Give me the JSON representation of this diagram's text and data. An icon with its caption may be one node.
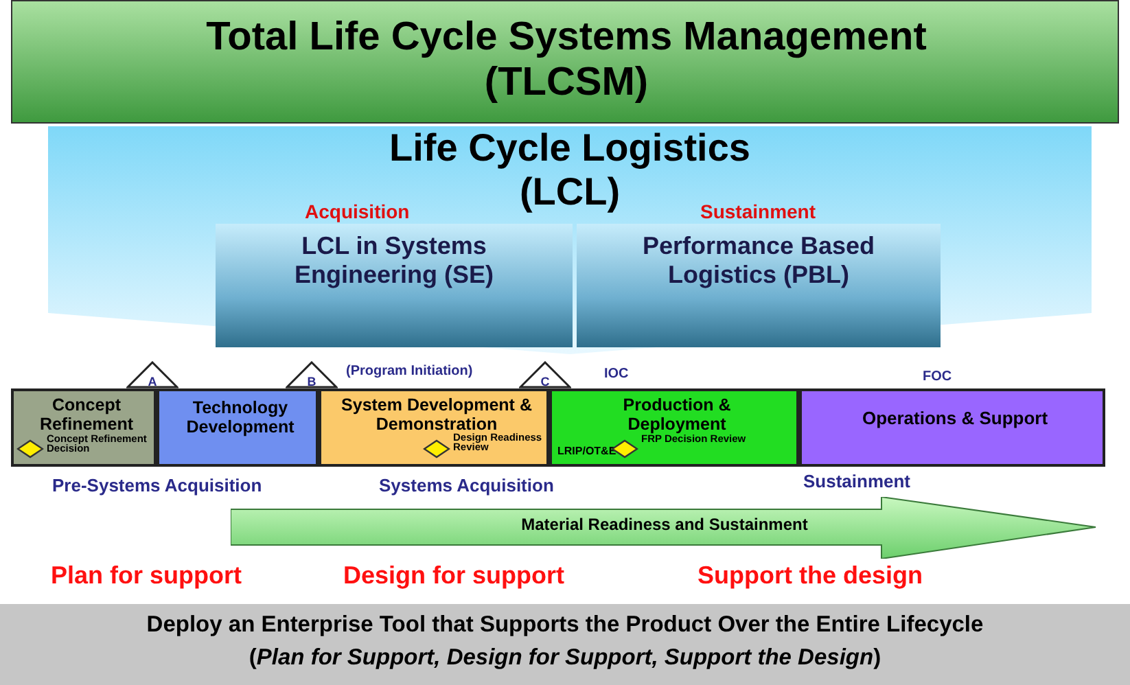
{
  "diagram": {
    "nodes": [
      {
        "text": [
          "Total Life Cycle Systems Management (TLCSM)"
        ]
      },
      {
        "text": [
          "Life Cycle Logistics (LCL)"
        ]
      },
      {
        "text": [
          "LCL in Systems Engineering (SE)"
        ],
        "in": 1
      },
      {
        "text": [
          "Performance Based Logistics (PBL)"
        ],
        "in": 1
      },
      {
        "text": [
          "Concept Refinement"
        ]
      },
      {
        "text": [],
        "shape": "diamond",
        "beside": [
          "Concept Refinement Decision"
        ],
        "in": 4
      },
      {
        "text": [
          "Technology Development"
        ]
      },
      {
        "text": [
          "System Development & Demonstration"
        ]
      },
      {
        "text": [],
        "shape": "diamond",
        "beside": [
          "Design Readiness Review"
        ],
        "in": 7
      },
      {
        "text": [
          "Production & Deployment",
          "LRIP/OT&E"
        ]
      },
      {
        "text": [],
        "shape": "diamond",
        "beside": [
          "FRP Decision Review"
        ],
        "in": 9
      },
      {
        "text": [
          "Operations & Support"
        ]
      },
      {
        "text": [
          "A"
        ]
      },
      {
        "text": [
          "B"
        ]
      },
      {
        "text": [
          "C"
        ]
      },
      {
        "text": [
          "Material Readiness and Sustainment"
        ]
      },
      {
        "text": [
          "Deploy an Enterprise Tool that Supports the Product Over the Entire Lifecycle",
          "(*Plan for Support, Design for Support, Support the Design*)"
        ]
      }
    ],
    "labels": [
      "Acquisition",
      "Sustainment",
      "(Program Initiation)",
      "IOC",
      "FOC",
      "Pre-Systems Acquisition",
      "Systems Acquisition",
      "Sustainment",
      "Plan for support",
      "Design for support",
      "Support the design"
    ]
  }
}
